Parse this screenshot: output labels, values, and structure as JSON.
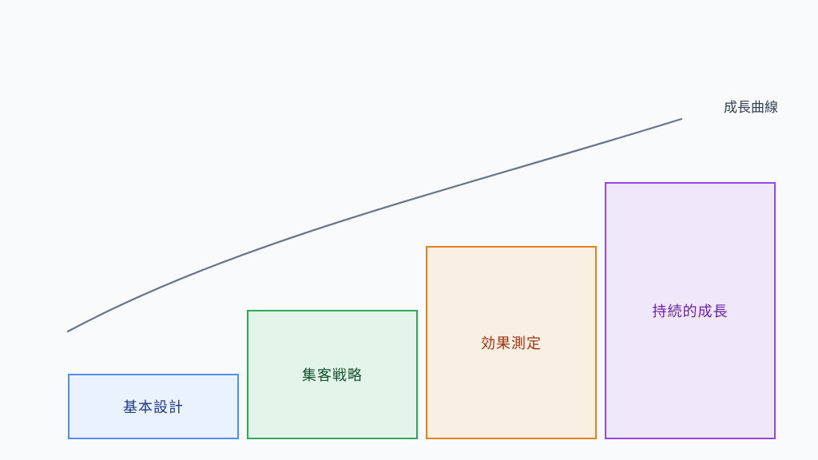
{
  "curve": {
    "label": "成長曲線",
    "stroke": "#64748b"
  },
  "steps": [
    {
      "label": "基本設計",
      "border": "#4f8ff7",
      "fill": "#eaf2fd",
      "text": "#1e3a8a"
    },
    {
      "label": "集客戦略",
      "border": "#2eaa57",
      "fill": "#e3f4ea",
      "text": "#14532d"
    },
    {
      "label": "効果測定",
      "border": "#e8811b",
      "fill": "#faefe3",
      "text": "#9a3412"
    },
    {
      "label": "持続的成長",
      "border": "#9747e8",
      "fill": "#efe8fb",
      "text": "#6b21a8"
    }
  ]
}
